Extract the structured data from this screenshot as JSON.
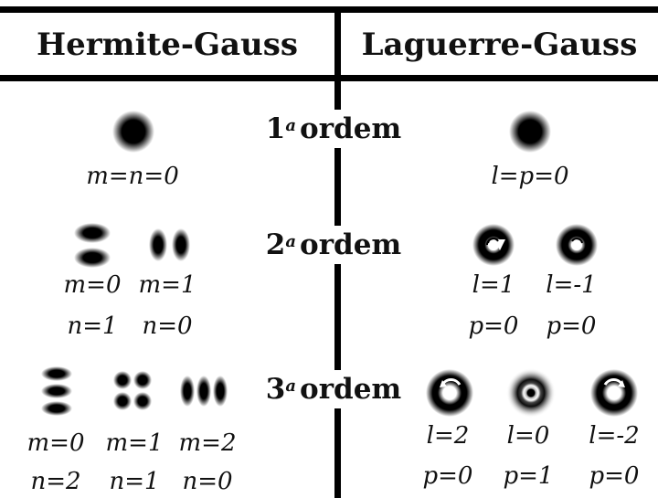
{
  "headers": {
    "left": "Hermite-Gauss",
    "right": "Laguerre-Gauss"
  },
  "orders": [
    {
      "num": "1",
      "sup": "a",
      "word": "ordem"
    },
    {
      "num": "2",
      "sup": "a",
      "word": "ordem"
    },
    {
      "num": "3",
      "sup": "a",
      "word": "ordem"
    }
  ],
  "hg": {
    "row1": [
      "m=n=0"
    ],
    "row2": {
      "m": [
        "m=0",
        "m=1"
      ],
      "n": [
        "n=1",
        "n=0"
      ]
    },
    "row3": {
      "m": [
        "m=0",
        "m=1",
        "m=2"
      ],
      "n": [
        "n=2",
        "n=1",
        "n=0"
      ]
    }
  },
  "lg": {
    "row1": [
      "l=p=0"
    ],
    "row2": {
      "l": [
        "l=1",
        "l=-1"
      ],
      "p": [
        "p=0",
        "p=0"
      ]
    },
    "row3": {
      "l": [
        "l=2",
        "l=0",
        "l=-2"
      ],
      "p": [
        "p=0",
        "p=1",
        "p=0"
      ]
    }
  },
  "colors": {
    "ink": "#111111",
    "background": "#ffffff"
  }
}
